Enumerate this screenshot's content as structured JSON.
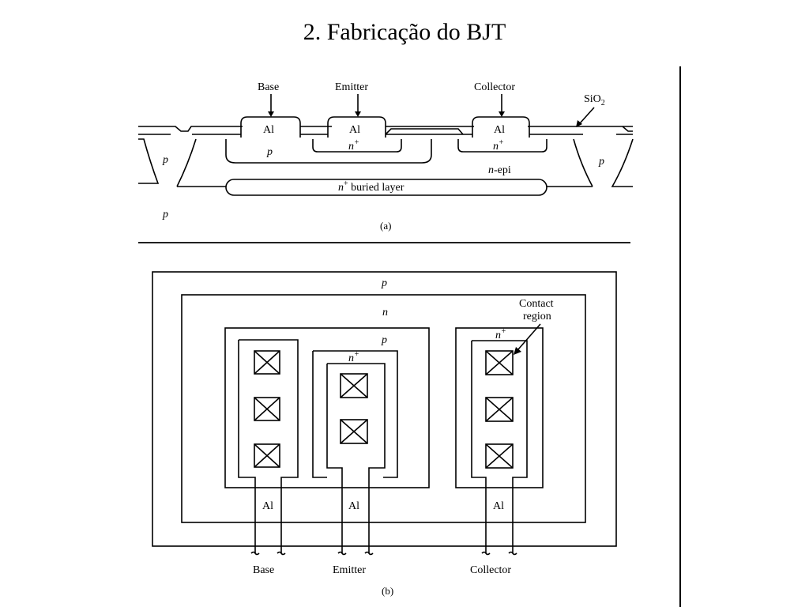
{
  "title": "2. Fabricação do BJT",
  "cross_section": {
    "terminals": {
      "base": "Base",
      "emitter": "Emitter",
      "collector": "Collector"
    },
    "oxide_label": "SiO",
    "oxide_subscript": "2",
    "metal_label": "Al",
    "p_base_label": "p",
    "n_plus_label": "n",
    "plus_sign": "+",
    "p_isolation_label": "p",
    "n_epi_prefix": "n",
    "n_epi_suffix": "-epi",
    "buried_layer_suffix": " buried layer",
    "substrate_label": "p",
    "caption": "(a)"
  },
  "layout_view": {
    "outer_p": "p",
    "n_region": "n",
    "base_p": "p",
    "emitter_n_plus": "n",
    "collector_n_plus": "n",
    "plus_sign": "+",
    "contact_region": [
      "Contact",
      "region"
    ],
    "metal_label": "Al",
    "terminals": {
      "base": "Base",
      "emitter": "Emitter",
      "collector": "Collector"
    },
    "caption": "(b)"
  }
}
